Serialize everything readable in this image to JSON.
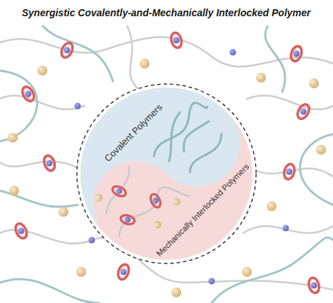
{
  "diagram": {
    "title": "Synergistic Covalently-and-Mechanically Interlocked Polymer",
    "labels": [
      "Covalent Polymers",
      "Mechanically Interlocked Polymers"
    ]
  }
}
